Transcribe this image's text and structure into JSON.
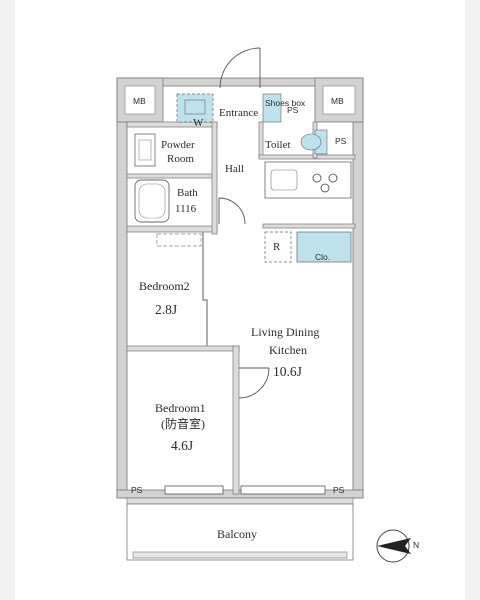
{
  "floorplan": {
    "labels": {
      "mb_left": "MB",
      "mb_right": "MB",
      "ps_top": "PS",
      "ps_right": "PS",
      "ps_bottom_left": "PS",
      "ps_bottom_right": "PS",
      "washer": "W",
      "entrance": "Entrance",
      "shoes_box": "Shoes box",
      "toilet": "Toilet",
      "powder_room_line1": "Powder",
      "powder_room_line2": "Room",
      "hall": "Hall",
      "bath_line1": "Bath",
      "bath_line2": "1116",
      "refrigerator": "R",
      "closet_ldk": "Clo.",
      "bedroom2_name": "Bedroom2",
      "bedroom2_size": "2.8J",
      "ldk_line1": "Living Dining",
      "ldk_line2": "Kitchen",
      "ldk_size": "10.6J",
      "bedroom1_name": "Bedroom1",
      "bedroom1_note": "(防音室)",
      "bedroom1_size": "4.6J",
      "balcony": "Balcony",
      "north": "N"
    },
    "colors": {
      "wall": "#c8c8c8",
      "line": "#555555",
      "fixture_blue": "#bfe1ee"
    }
  }
}
